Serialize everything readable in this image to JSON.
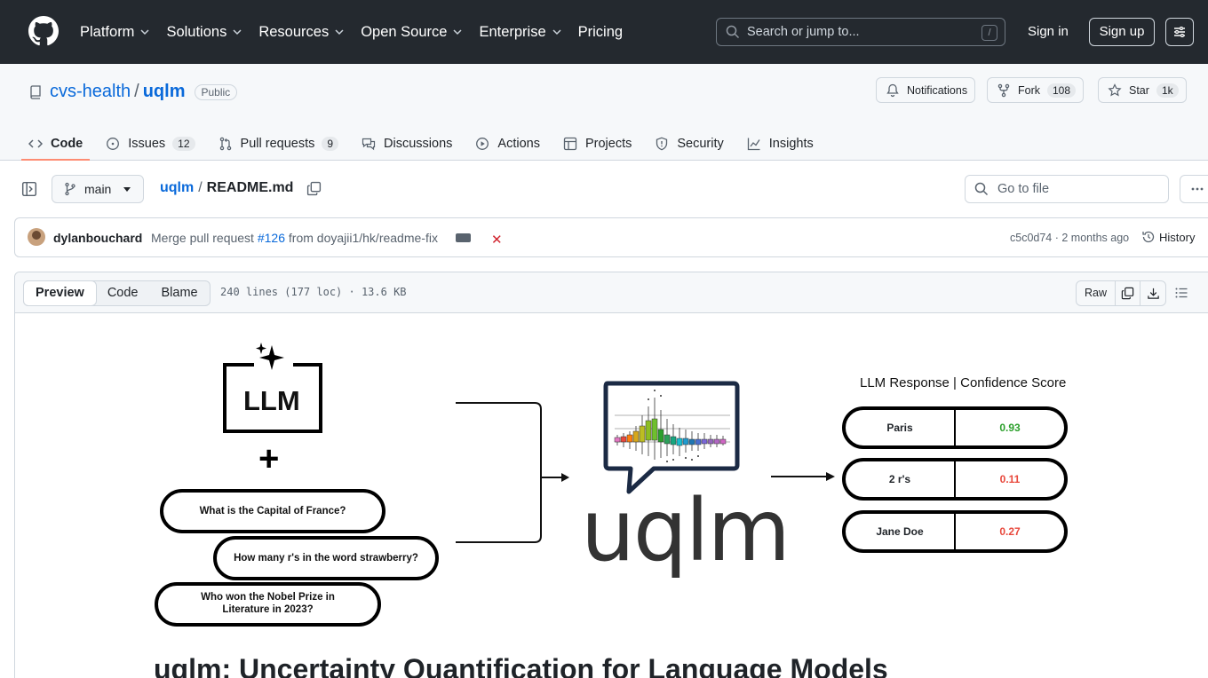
{
  "topnav": {
    "items": [
      {
        "label": "Platform",
        "dropdown": true
      },
      {
        "label": "Solutions",
        "dropdown": true
      },
      {
        "label": "Resources",
        "dropdown": true
      },
      {
        "label": "Open Source",
        "dropdown": true
      },
      {
        "label": "Enterprise",
        "dropdown": true
      },
      {
        "label": "Pricing",
        "dropdown": false
      }
    ],
    "search_placeholder": "Search or jump to...",
    "search_shortcut": "/",
    "signin": "Sign in",
    "signup": "Sign up"
  },
  "repo": {
    "owner": "cvs-health",
    "name": "uqlm",
    "visibility": "Public",
    "notifications_label": "Notifications",
    "fork_label": "Fork",
    "fork_count": "108",
    "star_label": "Star",
    "star_count": "1k"
  },
  "tabs": [
    {
      "label": "Code",
      "count": "",
      "icon": "code-icon"
    },
    {
      "label": "Issues",
      "count": "12",
      "icon": "issue-icon"
    },
    {
      "label": "Pull requests",
      "count": "9",
      "icon": "pull-request-icon"
    },
    {
      "label": "Discussions",
      "count": "",
      "icon": "discussion-icon"
    },
    {
      "label": "Actions",
      "count": "",
      "icon": "play-icon"
    },
    {
      "label": "Projects",
      "count": "",
      "icon": "table-icon"
    },
    {
      "label": "Security",
      "count": "",
      "icon": "shield-icon"
    },
    {
      "label": "Insights",
      "count": "",
      "icon": "graph-icon"
    }
  ],
  "file": {
    "branch": "main",
    "repo": "uqlm",
    "sep": "/",
    "filename": "README.md",
    "goto_placeholder": "Go to file"
  },
  "commit": {
    "author": "dylanbouchard",
    "message_prefix": "Merge pull request ",
    "pr": "#126",
    "message_suffix": " from doyajii1/hk/readme-fix",
    "sha_time": "c5c0d74 · 2 months ago",
    "history": "History"
  },
  "viewer": {
    "preview": "Preview",
    "code": "Code",
    "blame": "Blame",
    "info": "240 lines (177 loc) · 13.6 KB",
    "raw": "Raw"
  },
  "hero": {
    "llm": "LLM",
    "plus": "+",
    "questions": [
      "What is the Capital of France?",
      "How many r's in the word strawberry?",
      "Who won the Nobel Prize in Literature in 2023?"
    ],
    "logo_word": "uqlm",
    "score_title": "LLM Response | Confidence Score",
    "responses": [
      {
        "answer": "Paris",
        "score": "0.93",
        "color": "#2ca02c"
      },
      {
        "answer": "2 r's",
        "score": "0.11",
        "color": "#e8483c"
      },
      {
        "answer": "Jane Doe",
        "score": "0.27",
        "color": "#e8483c"
      }
    ]
  },
  "readme": {
    "h1": "uqlm: Uncertainty Quantification for Language Models"
  }
}
